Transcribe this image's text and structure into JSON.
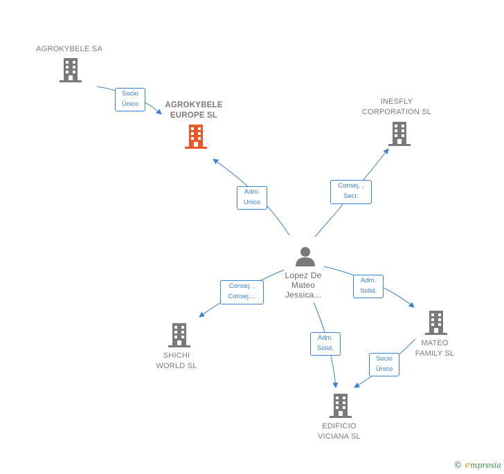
{
  "nodes": {
    "agrokybele_sa": {
      "label": "AGROKYBELE SA",
      "icon": "building-icon"
    },
    "agrokybele_europe": {
      "label": "AGROKYBELE\nEUROPE  SL",
      "icon": "building-icon",
      "color": "#e8582a"
    },
    "inesfly": {
      "label": "INESFLY\nCORPORATION SL",
      "icon": "building-icon"
    },
    "person": {
      "label": "Lopez De\nMateo\nJessica...",
      "icon": "person-icon"
    },
    "shichi": {
      "label": "SHICHI\nWORLD  SL",
      "icon": "building-icon"
    },
    "mateo_family": {
      "label": "MATEO\nFAMILY  SL",
      "icon": "building-icon"
    },
    "edificio": {
      "label": "EDIFICIO\nVICIANA SL",
      "icon": "building-icon"
    }
  },
  "edges": {
    "e1": {
      "label": "Socio\nÚnico"
    },
    "e2": {
      "label": "Adm.\nUnico"
    },
    "e3": {
      "label": "Consej. ,\nSecr."
    },
    "e4": {
      "label": "Consej. ,\nConsej...."
    },
    "e5": {
      "label": "Adm.\nSolid."
    },
    "e6": {
      "label": "Adm.\nSolid."
    },
    "e7": {
      "label": "Socio\nÚnico"
    }
  },
  "colors": {
    "building": "#7a7a7a",
    "highlight": "#e8582a",
    "edge": "#3b7fd0"
  },
  "footer": {
    "copyright": "©",
    "brand_first": "e",
    "brand_rest": "mpresia"
  }
}
